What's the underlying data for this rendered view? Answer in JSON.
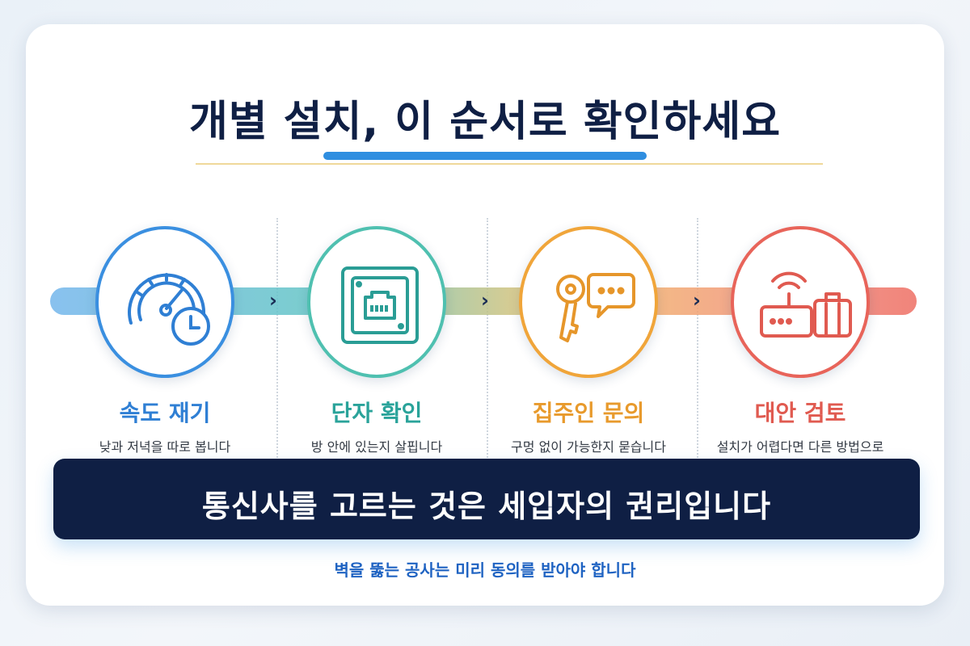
{
  "title": "개별 설치, 이 순서로 확인하세요",
  "colors": {
    "navy": "#0f1f44",
    "blue": "#3a8fe0",
    "teal": "#4fc0b0",
    "orange": "#f0a53a",
    "red": "#e8645a"
  },
  "steps": [
    {
      "title": "속도 재기",
      "desc": "낮과 저녁을 따로 봅니다",
      "icon": "speedometer-clock-icon",
      "color": "#3a8fe0"
    },
    {
      "title": "단자 확인",
      "desc": "방 안에 있는지 살핍니다",
      "icon": "ethernet-port-icon",
      "color": "#4fc0b0"
    },
    {
      "title": "집주인 문의",
      "desc": "구멍 없이 가능한지 묻습니다",
      "icon": "key-speech-bubble-icon",
      "color": "#f0a53a"
    },
    {
      "title": "대안 검토",
      "desc": "설치가 어렵다면 다른 방법으로",
      "icon": "router-luggage-icon",
      "color": "#e8645a"
    }
  ],
  "banner": {
    "text": "통신사를 고르는 것은 세입자의 권리입니다"
  },
  "note": "벽을 뚫는 공사는 미리 동의를 받아야 합니다"
}
